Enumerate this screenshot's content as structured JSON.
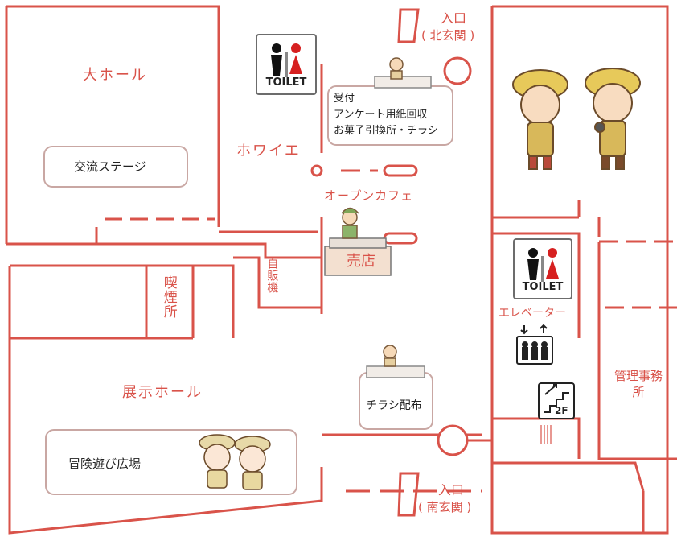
{
  "colors": {
    "wall": "#d9534a",
    "text_red": "#d9534a",
    "text_dark": "#222222",
    "box_border": "#c9a7a3"
  },
  "rooms": {
    "large_hall": "大ホール",
    "foyer": "ホワイエ",
    "exhibition_hall": "展示ホール",
    "smoking_room": "喫煙所",
    "vending": "自販機",
    "admin_office": "管理事務所",
    "open_cafe": "オープンカフェ",
    "shop": "売店"
  },
  "entrances": {
    "north": {
      "line1": "入口",
      "line2": "( 北玄関 )"
    },
    "south": {
      "line1": "入口",
      "line2": "( 南玄関 )"
    }
  },
  "boxes": {
    "exchange_stage": "交流ステージ",
    "adventure_plaza": "冒険遊び広場",
    "flyer_dist": "チラシ配布",
    "reception": [
      "受付",
      "アンケート用紙回収",
      "お菓子引換所・チラシ"
    ]
  },
  "facilities": {
    "toilet": "TOILET",
    "elevator": "エレベーター",
    "stairs": "2F"
  },
  "icons": [
    "toilet-icon",
    "elevator-icon",
    "stairs-icon",
    "explorer-characters",
    "staff-figure"
  ]
}
